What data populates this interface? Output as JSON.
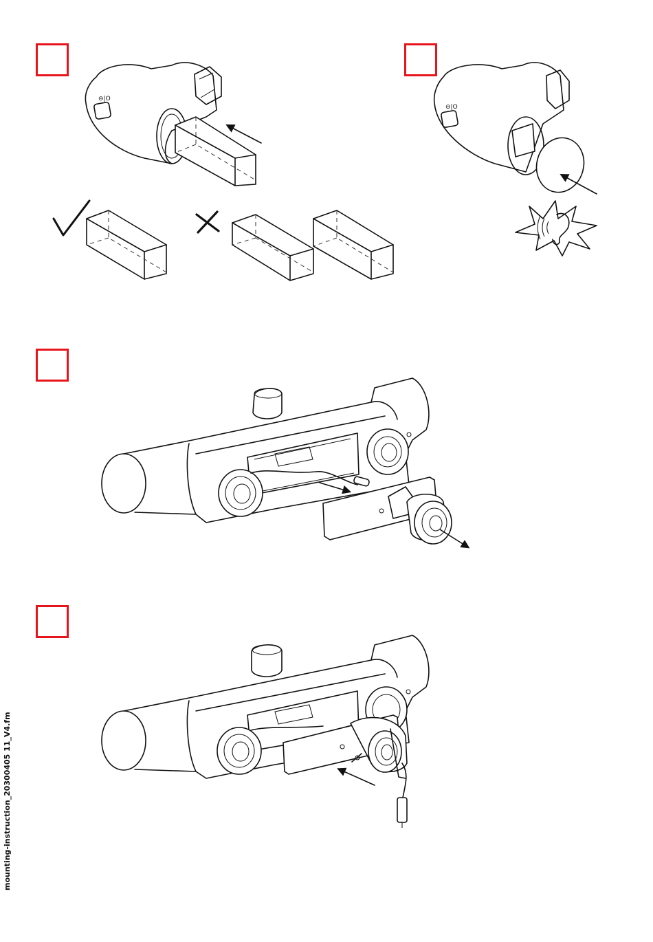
{
  "page": {
    "footer_filename": "mounting-instruction_20300405 11_V4.fm"
  },
  "steps": [
    {
      "id": "step-1",
      "color": "#e8141c"
    },
    {
      "id": "step-2",
      "color": "#e8141c"
    },
    {
      "id": "step-3",
      "color": "#e8141c"
    },
    {
      "id": "step-4",
      "color": "#e8141c"
    }
  ],
  "icons": [
    "check-icon",
    "cross-icon",
    "ear-icon",
    "arrow-icon"
  ]
}
